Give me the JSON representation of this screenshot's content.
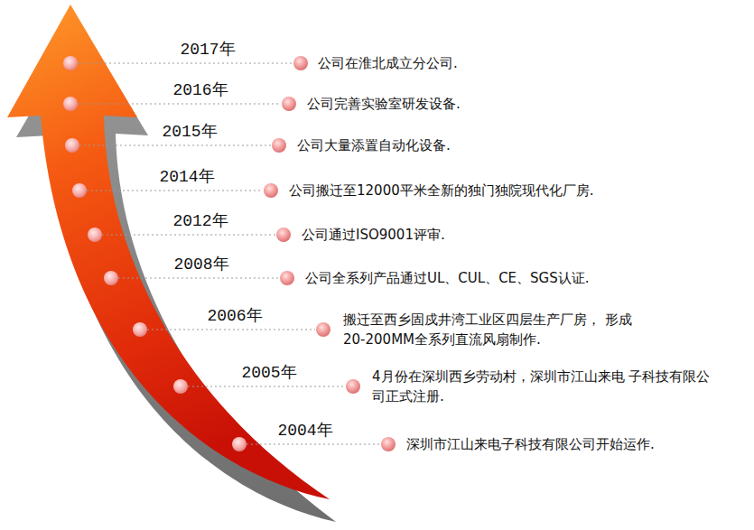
{
  "diagram": {
    "labels": [
      "2017年",
      "公司在淮北成立分公司.",
      "2016年",
      "公司完善实验室研发设备.",
      "2015年",
      "公司大量添置自动化设备.",
      "2014年",
      "公司搬迁至12000平米全新的独门独院现代化厂房.",
      "2012年",
      "公司通过ISO9001评审.",
      "2008年",
      "公司全系列产品通过UL、CUL、CE、SGS认证.",
      "2006年",
      "搬迁至西乡固戍井湾工业区四层生产厂房， 形成20-200MM全系列直流风扇制作.",
      "2005年",
      "4月份在深圳西乡劳动村，深圳市江山来电 子科技有限公司正式注册.",
      "2004年",
      "深圳市江山来电子科技有限公司开始运作."
    ]
  }
}
